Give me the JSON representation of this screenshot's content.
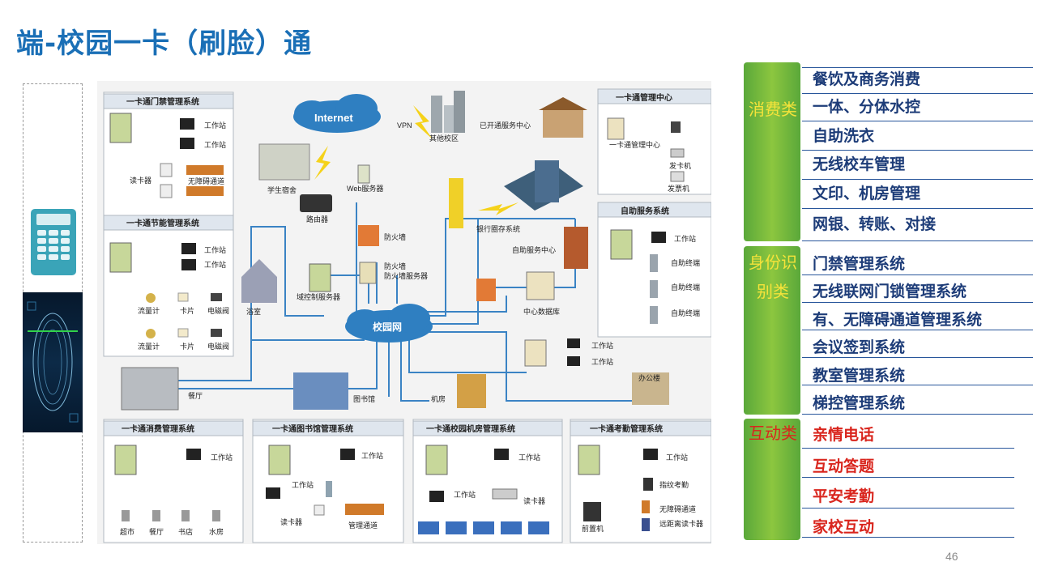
{
  "slide": {
    "title": "端-校园一卡（刷脸）通",
    "page_number": "46"
  },
  "diagram": {
    "internet": "Internet",
    "vpn": "VPN",
    "other_campus": "其他校区",
    "opened_service_center": "已开通服务中心",
    "dorm": "学生宿舍",
    "router": "路由器",
    "web_server": "Web服务器",
    "firewall": "防火墙",
    "firewall_server": "防火墙服务器",
    "domain_server": "域控制服务器",
    "campus_network": "校园网",
    "bath": "浴室",
    "canteen": "餐厅",
    "library": "图书馆",
    "machine_room": "机房",
    "office_building": "办公楼",
    "bank_transfer": "银行圈存系统",
    "self_service_center": "自助服务中心",
    "central_db": "中心数据库",
    "workstation": "工作站",
    "access_system": {
      "title": "一卡通门禁管理系统",
      "reader": "读卡器",
      "barrier_free": "无障碍通道"
    },
    "energy_system": {
      "title": "一卡通节能管理系统",
      "flow_meter": "流量计",
      "card": "卡片",
      "valve": "电磁阀"
    },
    "mgmt_center": {
      "title": "一卡通管理中心",
      "sub": "一卡通管理中心",
      "card_issuer": "发卡机",
      "receipt_machine": "发票机"
    },
    "self_service": {
      "title": "自助服务系统",
      "terminal": "自助终端"
    },
    "consume_system": {
      "title": "一卡通消费管理系统",
      "supermarket": "超市",
      "canteen": "餐厅",
      "bookstore": "书店",
      "water_room": "水房"
    },
    "library_system": {
      "title": "一卡通图书馆管理系统",
      "reader": "读卡器",
      "channel": "管理通道"
    },
    "lab_system": {
      "title": "一卡通校园机房管理系统",
      "reader": "读卡器"
    },
    "attendance_system": {
      "title": "一卡通考勤管理系统",
      "fingerprint": "指纹考勤",
      "front_machine": "前置机",
      "barrier_free": "无障碍通道",
      "long_range": "远距离读卡器"
    }
  },
  "categories": [
    {
      "label": "消费类",
      "color": "#f5e33a",
      "items": [
        "餐饮及商务消费",
        "一体、分体水控",
        "自助洗衣",
        "无线校车管理",
        "文印、机房管理",
        "网银、转账、对接"
      ]
    },
    {
      "label": "身份识别类",
      "color": "#f5e33a",
      "items": [
        "门禁管理系统",
        "无线联网门锁管理系统",
        "有、无障碍通道管理系统",
        "会议签到系统",
        "教室管理系统",
        "梯控管理系统"
      ]
    },
    {
      "label": "互动类",
      "color": "#d9251d",
      "items": [
        "亲情电话",
        "互动答题",
        "平安考勤",
        "家校互动"
      ]
    }
  ],
  "colors": {
    "title": "#1a6fb6",
    "item_text": "#1d3c78",
    "interactive_text": "#d9251d",
    "category_bg": "#7bbf3a",
    "network_line": "#3a83c4"
  }
}
